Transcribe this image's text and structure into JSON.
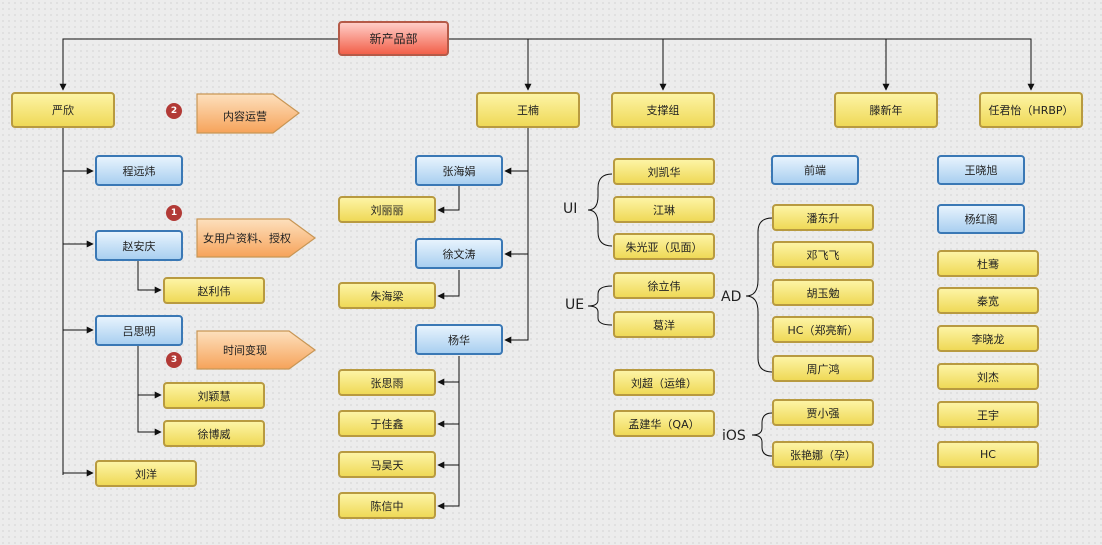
{
  "root": "新产品部",
  "leaders": [
    "严欣",
    "王楠",
    "支撑组",
    "滕新年",
    "任君怡（HRBP）"
  ],
  "yan": {
    "cheng": "程远炜",
    "zhao": "赵安庆",
    "zhao_sub": "赵利伟",
    "lv": "吕思明",
    "lv_subs": [
      "刘颖慧",
      "徐博威"
    ],
    "liu": "刘洋"
  },
  "tags": [
    {
      "num": "2",
      "label": "内容运营"
    },
    {
      "num": "1",
      "label": "女用户资料、授权"
    },
    {
      "num": "3",
      "label": "时间变现"
    }
  ],
  "wang": {
    "zhang": "张海娟",
    "zhang_sub": "刘丽丽",
    "xu": "徐文涛",
    "xu_sub": "朱海梁",
    "yang": "杨华",
    "yang_subs": [
      "张思雨",
      "于佳鑫",
      "马昊天",
      "陈信中"
    ]
  },
  "support": {
    "ui_label": "UI",
    "ui": [
      "刘凯华",
      "江琳",
      "朱光亚（见面）"
    ],
    "ue_label": "UE",
    "ue": [
      "徐立伟",
      "葛洋"
    ],
    "ops": "刘超（运维）",
    "qa": "孟建华（QA）"
  },
  "teng": {
    "frontend": "前端",
    "ad_label": "AD",
    "ad": [
      "潘东升",
      "邓飞飞",
      "胡玉勉",
      "HC（郑亮新）",
      "周广鸿"
    ],
    "ios_label": "iOS",
    "ios": [
      "贾小强",
      "张艳娜（孕）"
    ]
  },
  "ren": {
    "blue": [
      "王晓旭",
      "杨红阁"
    ],
    "yellow": [
      "杜骞",
      "秦宽",
      "李晓龙",
      "刘杰",
      "王宇",
      "HC"
    ]
  }
}
